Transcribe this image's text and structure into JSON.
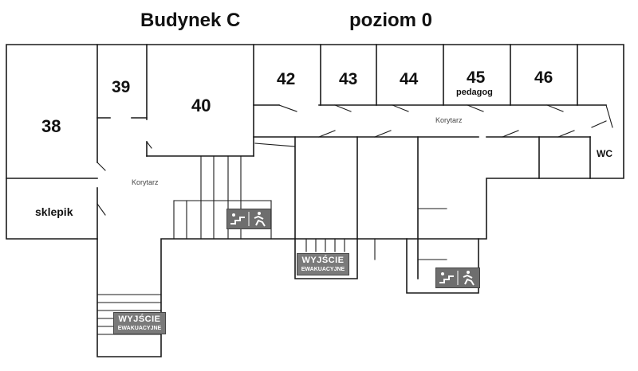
{
  "header": {
    "building": "Budynek C",
    "level": "poziom 0"
  },
  "rooms": {
    "r38": "38",
    "r39": "39",
    "r40": "40",
    "r42": "42",
    "r43": "43",
    "r44": "44",
    "r45": "45",
    "r45_sub": "pedagog",
    "r46": "46",
    "shop": "sklepik",
    "wc": "WC"
  },
  "corridors": {
    "west": "Korytarz",
    "east": "Korytarz"
  },
  "exit_signs": {
    "line1": "WYJŚCIE",
    "line2": "EWAKUACYJNE"
  },
  "icons": [
    "stairs-running-person-icon",
    "evacuation-exit-sign"
  ],
  "colors": {
    "walls": "#1a1a1a",
    "sign": "#7a7a7a",
    "background": "#ffffff"
  }
}
